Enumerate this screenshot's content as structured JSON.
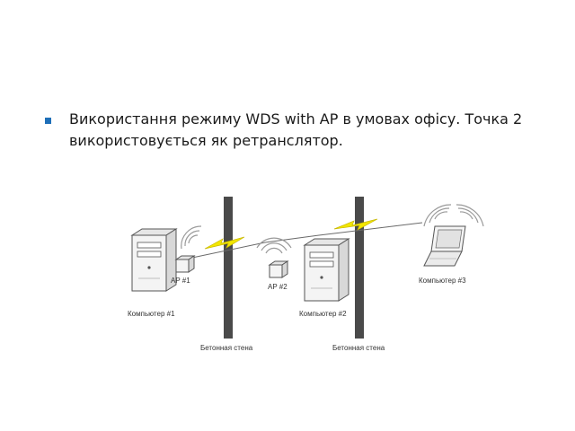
{
  "slide": {
    "bullet_text": "Використання режиму WDS with AP в умовах офісу. Точка 2 використовується як ретранслятор.",
    "accent_color": "#1e6fb8"
  },
  "diagram": {
    "labels": {
      "computer1": "Компьютер #1",
      "computer2": "Компьютер #2",
      "computer3": "Компьютер #3",
      "ap1": "AP #1",
      "ap2": "AP #2",
      "wall1": "Бетонная стена",
      "wall2": "Бетонная стена"
    },
    "icons": {
      "wall": "concrete-wall",
      "pc": "desktop-tower",
      "ap": "access-point",
      "laptop": "laptop",
      "link": "lightning-bolt",
      "signal": "wifi-waves"
    },
    "colors": {
      "wall": "#4a4a4a",
      "bolt": "#f2e600",
      "device_outline": "#555555",
      "link_line": "#6a6a6a"
    }
  }
}
